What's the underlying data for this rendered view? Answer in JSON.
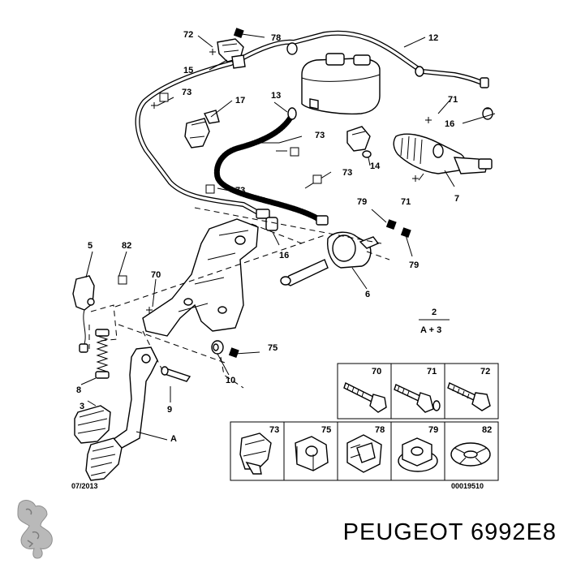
{
  "diagram": {
    "labels": {
      "n72": "72",
      "n78": "78",
      "n12": "12",
      "n15": "15",
      "n73a": "73",
      "n17": "17",
      "n13": "13",
      "n73b": "73",
      "n71a": "71",
      "n16a": "16",
      "n73c": "73",
      "n14": "14",
      "n73d": "73",
      "n7": "7",
      "n71b": "71",
      "n79a": "79",
      "n16b": "16",
      "n79b": "79",
      "n5": "5",
      "n82": "82",
      "n70": "70",
      "n6": "6",
      "n75": "75",
      "n10": "10",
      "n8": "8",
      "n3": "3",
      "n9": "9",
      "nA": "A",
      "assembly_top": "2",
      "assembly_bottom": "A + 3"
    },
    "date_code": "07/2013",
    "ref_code": "00019510"
  },
  "legend": {
    "row1": [
      "70",
      "71",
      "72"
    ],
    "row2": [
      "73",
      "75",
      "78",
      "79",
      "82"
    ]
  },
  "brand": {
    "name": "PEUGEOT 6992E8"
  }
}
